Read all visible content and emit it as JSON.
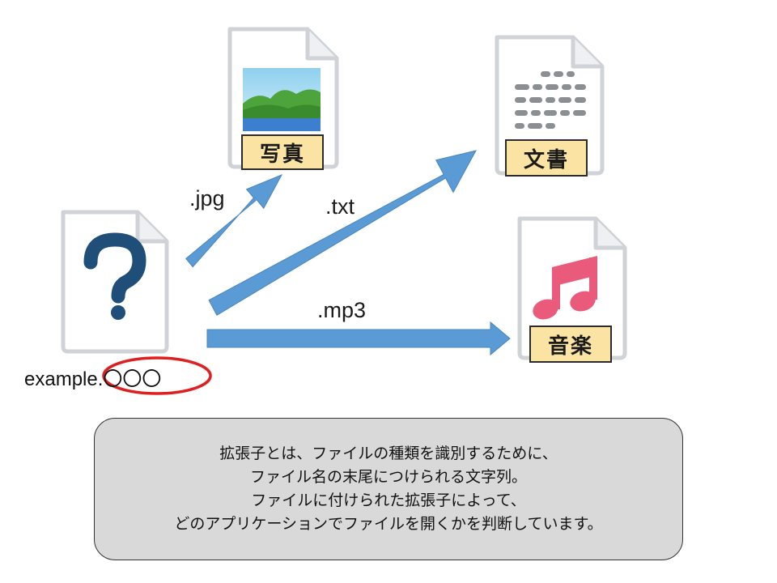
{
  "unknown_file": {
    "name_base": "example.",
    "name_ext": "〇〇〇"
  },
  "extensions": {
    "jpg": ".jpg",
    "txt": ".txt",
    "mp3": ".mp3"
  },
  "targets": {
    "photo": "写真",
    "document": "文書",
    "music": "音楽"
  },
  "description": {
    "lines": [
      "拡張子とは、ファイルの種類を識別するために、",
      "ファイル名の末尾につけられる文字列。",
      "ファイルに付けられた拡張子によって、",
      "どのアプリケーションでファイルを開くかを判断しています。"
    ]
  },
  "colors": {
    "arrow": "#5b9bd5",
    "highlight_ring": "#e02020",
    "label_bg": "#fbe3a3",
    "question_mark": "#1f4e79",
    "music_note": "#ea5a7a",
    "box_bg": "#d9d9d9"
  },
  "icons": [
    "question-file-icon",
    "photo-file-icon",
    "text-file-icon",
    "music-file-icon"
  ]
}
